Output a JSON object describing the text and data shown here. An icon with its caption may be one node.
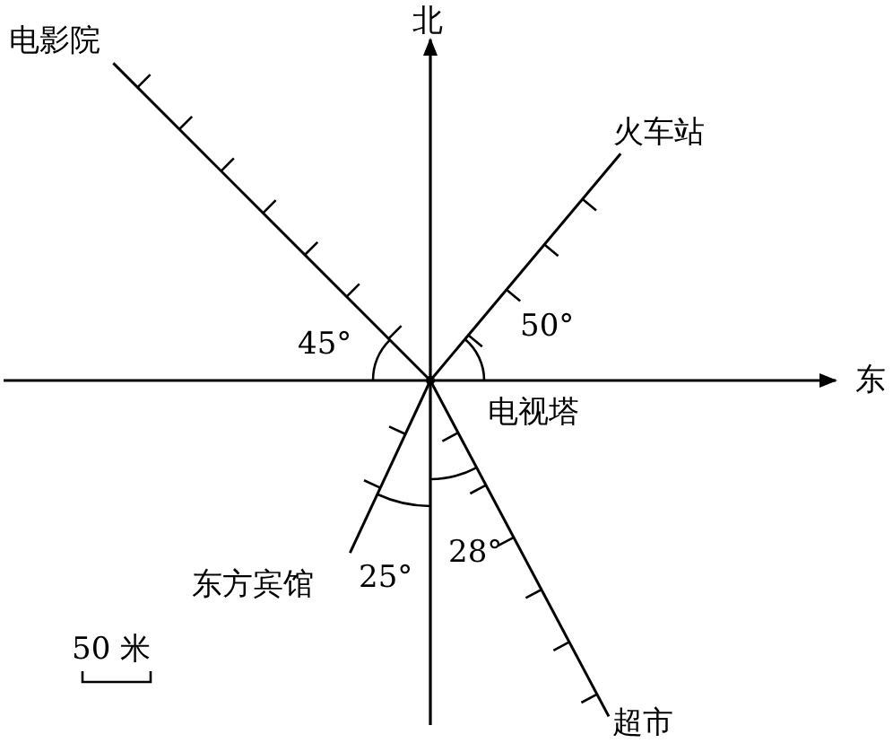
{
  "diagram": {
    "nodes": [
      {
        "text": [],
        "shape": "circle",
        "beside": [
          "电视塔"
        ]
      },
      {
        "text": [
          "电影院"
        ]
      },
      {
        "text": [
          "火车站"
        ]
      },
      {
        "text": [
          "东方宾馆"
        ]
      },
      {
        "text": [
          "超市"
        ]
      }
    ],
    "edges": [
      {
        "from": 0,
        "to": 1,
        "arrow": "none"
      },
      {
        "from": 0,
        "to": 2,
        "arrow": "none"
      },
      {
        "from": 0,
        "to": 3,
        "arrow": "none"
      },
      {
        "from": 0,
        "to": 4,
        "arrow": "none"
      }
    ],
    "labels": [
      "北",
      "东",
      "45°",
      "50°",
      "25°",
      "28°",
      "50 米"
    ]
  }
}
